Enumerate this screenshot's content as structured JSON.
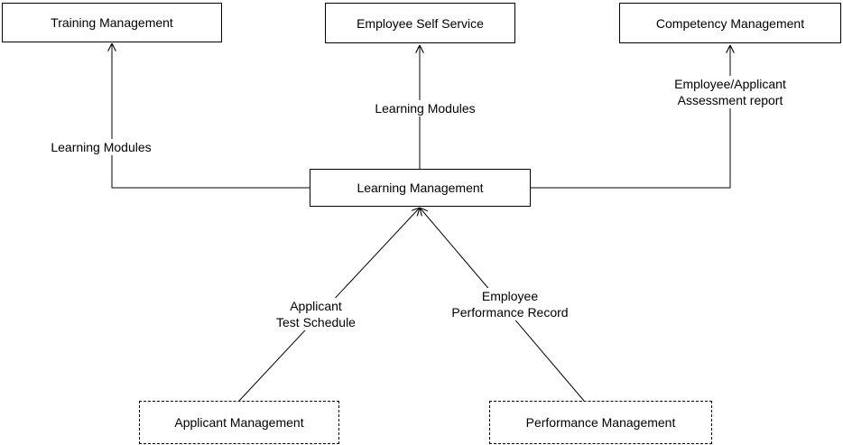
{
  "nodes": {
    "training": "Training Management",
    "ess": "Employee Self Service",
    "competency": "Competency Management",
    "learning": "Learning Management",
    "applicant": "Applicant Management",
    "performance": "Performance Management"
  },
  "edges": {
    "to_training": "Learning Modules",
    "to_ess": "Learning Modules",
    "to_competency": [
      "Employee/Applicant",
      "Assessment report"
    ],
    "from_applicant": [
      "Applicant",
      "Test Schedule"
    ],
    "from_performance": [
      "Employee",
      "Performance Record"
    ]
  }
}
